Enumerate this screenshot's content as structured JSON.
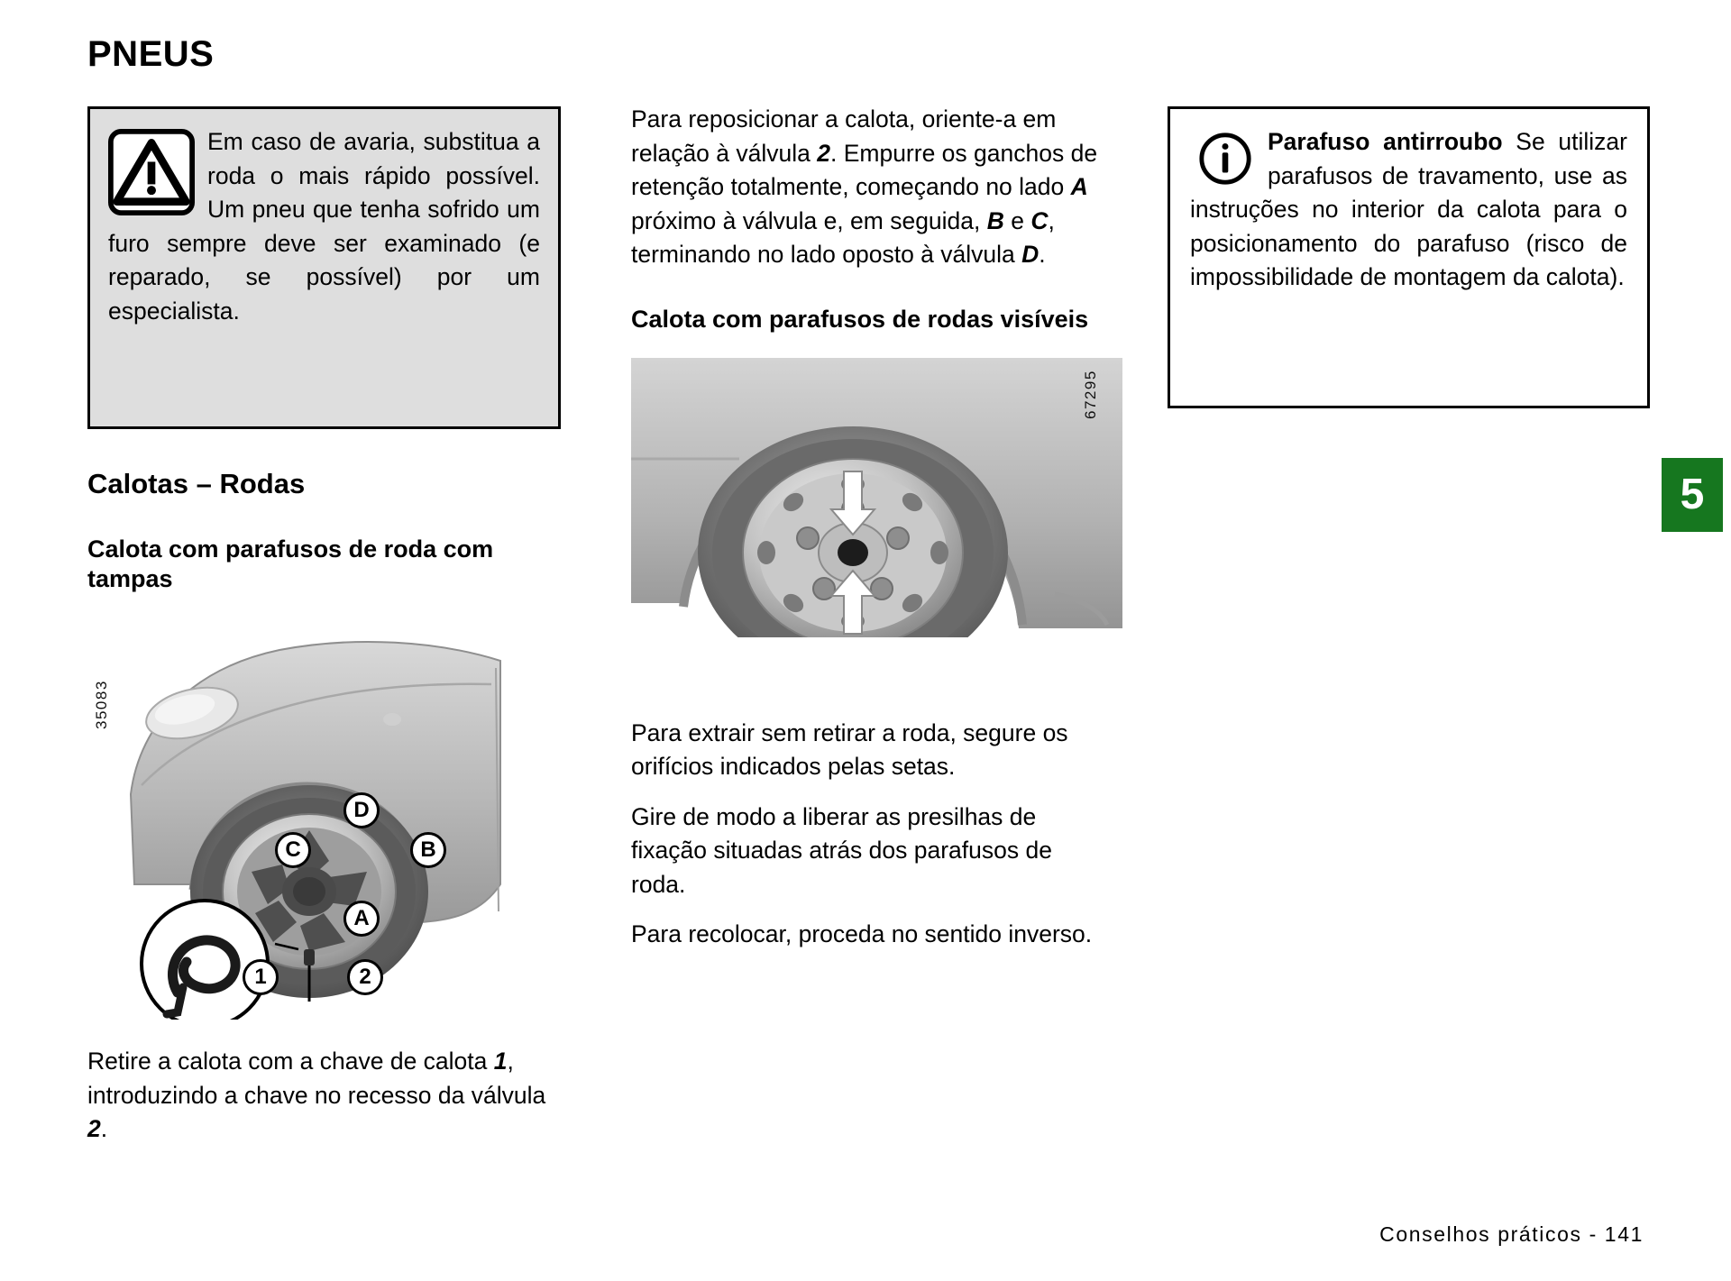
{
  "page": {
    "title": "PNEUS",
    "chapter_tab": "5",
    "footer": "Conselhos práticos - 141"
  },
  "warning_box": {
    "icon": "warning-triangle-icon",
    "text": "Em caso de avaria, substitua a roda o mais rápido possível. Um pneu que tenha sofrido um furo sempre deve ser examinado (e reparado, se possível) por um especialista."
  },
  "left_column": {
    "section_heading": "Calotas – Rodas",
    "sub_heading": "Calota com parafusos de roda com tampas",
    "figure": {
      "code": "35083",
      "alt": "Roda dianteira do veículo com calota, chave de calota destacada",
      "callouts": [
        "D",
        "C",
        "B",
        "A",
        "1",
        "2"
      ]
    },
    "paragraph_1_parts": [
      "Retire a calota com a chave de calota ",
      "1",
      ", introduzindo a chave no recesso da válvula ",
      "2",
      "."
    ],
    "paragraph_1": "Retire a calota com a chave de calota 1, introduzindo a chave no recesso da válvula 2."
  },
  "middle_column": {
    "paragraph_1_parts": [
      "Para reposicionar a calota, oriente-a em relação à válvula ",
      "2",
      ". Empurre os ganchos de retenção totalmente, começando no lado ",
      "A",
      " próximo à válvula e, em seguida, ",
      "B",
      " e ",
      "C",
      ", terminando no lado oposto à válvula ",
      "D",
      "."
    ],
    "sub_heading": "Calota com parafusos de rodas visíveis",
    "figure": {
      "code": "67295",
      "alt": "Roda com parafusos visíveis e setas indicando orifícios"
    },
    "paragraph_2": "Para extrair sem retirar a roda, segure os orifícios indicados pelas setas.",
    "paragraph_3": "Gire de modo a liberar as presilhas de fixação situadas atrás dos parafusos de roda.",
    "paragraph_4": "Para recolocar, proceda no sentido inverso."
  },
  "right_column": {
    "info_box": {
      "icon": "info-circle-icon",
      "title": "Parafuso antirroubo",
      "text": "Se utilizar parafusos de travamento, use as instruções no interior da calota para o posicionamento do parafuso (risco de impossibilidade de montagem da calota)."
    }
  },
  "colors": {
    "tab_green": "#16771f",
    "warning_box_bg": "#dedede",
    "text": "#000000"
  }
}
